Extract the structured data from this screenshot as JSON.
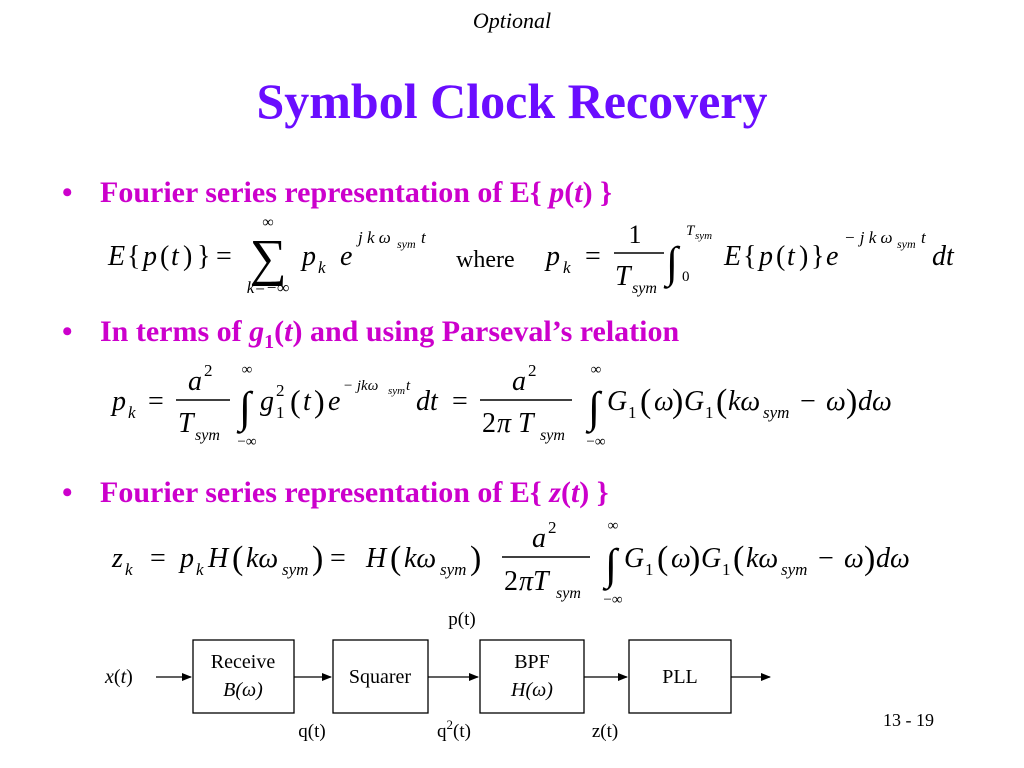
{
  "header": {
    "optional": "Optional",
    "title": "Symbol Clock Recovery"
  },
  "bullets": [
    {
      "pre": "Fourier series representation of E{ ",
      "var": "p",
      "mid": "(",
      "arg": "t",
      "post": ") }"
    },
    {
      "pre": "In terms of ",
      "var": "g",
      "sub": "1",
      "mid": "(",
      "arg": "t",
      "post": ") and using Parseval’s relation"
    },
    {
      "pre": "Fourier series representation of E{ ",
      "var": "z",
      "mid": "(",
      "arg": "t",
      "post": ") }"
    }
  ],
  "eq1": {
    "where": "where"
  },
  "diagram": {
    "blocks": [
      {
        "line1": "Receive",
        "line2": "B(ω)"
      },
      {
        "line1": "Squarer",
        "line2": ""
      },
      {
        "line1": "BPF",
        "line2": "H(ω)"
      },
      {
        "line1": "PLL",
        "line2": ""
      }
    ],
    "signals": {
      "input": "x(t)",
      "p_label": "p(t)",
      "q": "q(t)",
      "q2": "q",
      "z": "z(t)"
    }
  },
  "footer": {
    "slide_number": "13 - 19"
  }
}
